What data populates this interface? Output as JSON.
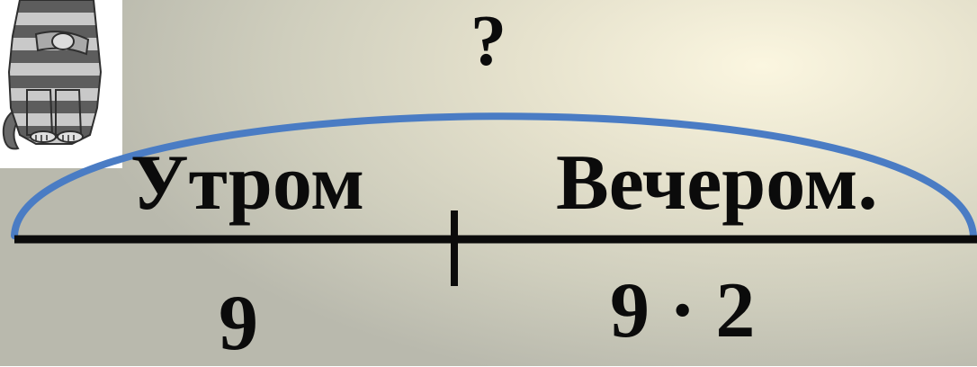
{
  "diagram": {
    "question": "?",
    "morning": {
      "label": "Утром",
      "value": "9"
    },
    "evening": {
      "label": "Вечером.",
      "value": "9 · 2"
    }
  },
  "colors": {
    "arc": "#4a7cc4",
    "line": "#0b0b0b",
    "text": "#0b0b0b",
    "cat_dark": "#5a5a5a",
    "cat_light": "#c8c8c8"
  },
  "icons": {
    "character": "striped-cat-icon"
  }
}
